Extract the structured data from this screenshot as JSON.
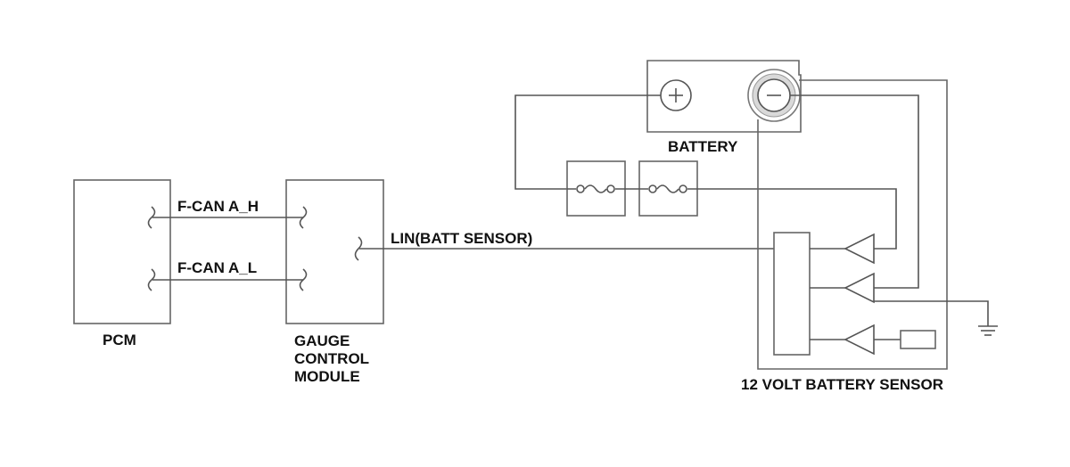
{
  "components": {
    "pcm": {
      "label": "PCM"
    },
    "gcm": {
      "label_lines": [
        "GAUGE",
        "CONTROL",
        "MODULE"
      ]
    },
    "battery": {
      "label": "BATTERY",
      "positive_symbol": "+",
      "negative_symbol": "−"
    },
    "sensor": {
      "label": "12 VOLT BATTERY SENSOR"
    }
  },
  "wires": {
    "can_high": "F-CAN A_H",
    "can_low": "F-CAN A_L",
    "lin": "LIN(BATT SENSOR)"
  },
  "colors": {
    "line": "#555555",
    "box": "#666666",
    "text": "#111111",
    "background": "#ffffff"
  }
}
